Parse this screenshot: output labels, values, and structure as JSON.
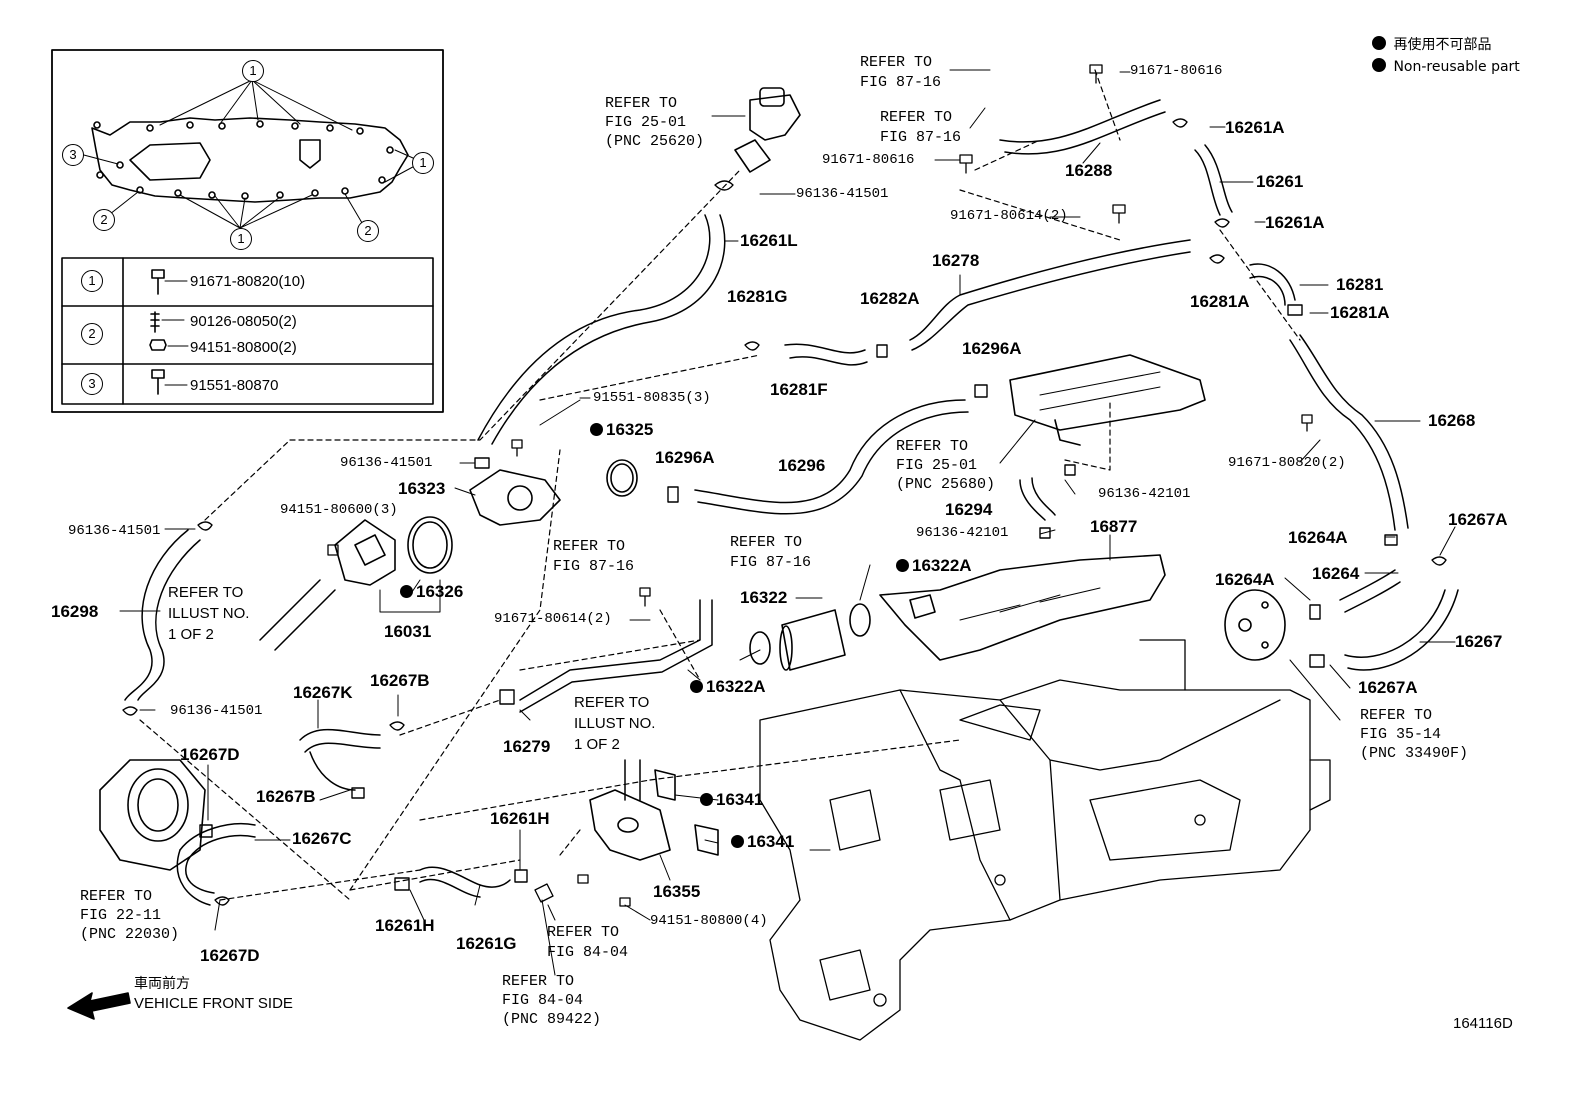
{
  "legend": {
    "non_reusable_jp": "再使用不可部品",
    "non_reusable_en": "Non-reusable part"
  },
  "inset": {
    "callouts": [
      "1",
      "2",
      "3"
    ],
    "table": [
      {
        "key": "1",
        "parts": [
          "91671-80820(10)"
        ]
      },
      {
        "key": "2",
        "parts": [
          "90126-08050(2)",
          "94151-80800(2)"
        ]
      },
      {
        "key": "3",
        "parts": [
          "91551-80870"
        ]
      }
    ]
  },
  "refs": {
    "fig87_16_top": "REFER TO\nFIG 87-16",
    "fig87_16_mid": "REFER TO\nFIG 87-16",
    "fig25_01_top": "REFER TO\nFIG 25-01\n(PNC 25620)",
    "fig25_01_mid": "REFER TO\nFIG 25-01\n(PNC 25680)",
    "fig87_16_left": "REFER TO\nFIG 87-16",
    "fig87_16_right": "REFER TO\nFIG 87-16",
    "fig35_14": "REFER TO\nFIG 35-14\n(PNC 33490F)",
    "fig22_11": "REFER TO\nFIG 22-11\n(PNC 22030)",
    "fig84_04_a": "REFER TO\nFIG 84-04",
    "fig84_04_b": "REFER TO\nFIG 84-04\n(PNC 89422)",
    "illust_1": "REFER TO\nILLUST NO.\n1 OF 2",
    "illust_2": "REFER TO\nILLUST NO.\n1 OF 2"
  },
  "parts": {
    "p91671_80616_a": "91671-80616",
    "p91671_80616_b": "91671-80616",
    "p16261A_a": "16261A",
    "p16261A_b": "16261A",
    "p16261": "16261",
    "p16288": "16288",
    "p96136_41501_a": "96136-41501",
    "p16261L": "16261L",
    "p91671_80614_a": "91671-80614(2)",
    "p16278": "16278",
    "p16281": "16281",
    "p16281A_a": "16281A",
    "p16281A_b": "16281A",
    "p16281G": "16281G",
    "p16282A": "16282A",
    "p16281F": "16281F",
    "p16296A_a": "16296A",
    "p16296A_b": "16296A",
    "p91551_80835": "91551-80835(3)",
    "p16325": "16325",
    "p96136_41501_b": "96136-41501",
    "p16323": "16323",
    "p16296": "16296",
    "p16268": "16268",
    "p91671_80820": "91671-80820(2)",
    "p96136_42101_a": "96136-42101",
    "p96136_42101_b": "96136-42101",
    "p16294": "16294",
    "p94151_80600": "94151-80600(3)",
    "p96136_41501_c": "96136-41501",
    "p16877": "16877",
    "p16264A_a": "16264A",
    "p16264A_b": "16264A",
    "p16267A_a": "16267A",
    "p16267A_b": "16267A",
    "p16264": "16264",
    "p16267": "16267",
    "p16322A_a": "16322A",
    "p16322A_b": "16322A",
    "p16322": "16322",
    "p16298": "16298",
    "p16326": "16326",
    "p16031": "16031",
    "p91671_80614_b": "91671-80614(2)",
    "p16267K": "16267K",
    "p16267B_a": "16267B",
    "p16267B_b": "16267B",
    "p96136_41501_d": "96136-41501",
    "p16279": "16279",
    "p16267D_a": "16267D",
    "p16267D_b": "16267D",
    "p16267C": "16267C",
    "p16341_a": "16341",
    "p16341_b": "16341",
    "p16261H_a": "16261H",
    "p16261H_b": "16261H",
    "p16261G": "16261G",
    "p16355": "16355",
    "p94151_80800": "94151-80800(4)"
  },
  "footer": {
    "front_jp": "車両前方",
    "front_en": "VEHICLE FRONT SIDE",
    "figure_code": "164116D"
  }
}
